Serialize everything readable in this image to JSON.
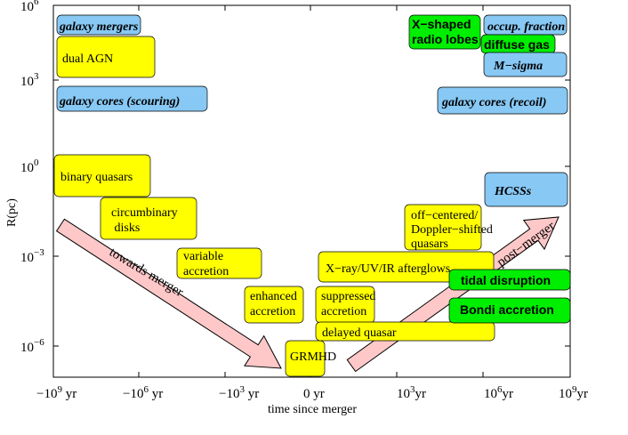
{
  "axes": {
    "xlabel": "time since merger",
    "ylabel": "R(pc)",
    "x_ticks": [
      {
        "base": "−10",
        "exp": "9",
        "unit": " yr"
      },
      {
        "base": "−10",
        "exp": "6",
        "unit": " yr"
      },
      {
        "base": "−10",
        "exp": "3",
        "unit": " yr"
      },
      {
        "base": "0",
        "exp": "",
        "unit": "  yr"
      },
      {
        "base": "10",
        "exp": "3",
        "unit": "yr"
      },
      {
        "base": "10",
        "exp": "6",
        "unit": "yr"
      },
      {
        "base": "10",
        "exp": "9",
        "unit": "yr"
      }
    ],
    "y_ticks": [
      {
        "base": "10",
        "exp": "6"
      },
      {
        "base": "10",
        "exp": "3"
      },
      {
        "base": "10",
        "exp": "0"
      },
      {
        "base": "10",
        "exp": "−3"
      },
      {
        "base": "10",
        "exp": "−6"
      }
    ]
  },
  "colors": {
    "blue": "#87c8f4",
    "yellow": "#ffff00",
    "green": "#00ee00",
    "arrow": "#ffc8c8"
  },
  "boxes": [
    {
      "id": "galaxy-mergers",
      "color": "blue",
      "style": "bi",
      "lines": [
        "galaxy mergers"
      ]
    },
    {
      "id": "dual-agn",
      "color": "yellow",
      "style": "serif",
      "lines": [
        "dual AGN"
      ]
    },
    {
      "id": "galaxy-cores-scouring",
      "color": "blue",
      "style": "bi",
      "lines": [
        "galaxy cores (scouring)"
      ]
    },
    {
      "id": "binary-quasars",
      "color": "yellow",
      "style": "serif",
      "lines": [
        "binary quasars"
      ]
    },
    {
      "id": "circumbinary-disks",
      "color": "yellow",
      "style": "serif",
      "lines": [
        "circumbinary",
        " disks"
      ]
    },
    {
      "id": "variable-accretion",
      "color": "yellow",
      "style": "serif",
      "lines": [
        "variable",
        "accretion"
      ]
    },
    {
      "id": "enhanced-accretion",
      "color": "yellow",
      "style": "serif",
      "lines": [
        "enhanced",
        "accretion"
      ]
    },
    {
      "id": "grmhd",
      "color": "yellow",
      "style": "serif",
      "lines": [
        "GRMHD"
      ]
    },
    {
      "id": "suppressed-accretion",
      "color": "yellow",
      "style": "serif",
      "lines": [
        "suppressed",
        "accretion"
      ]
    },
    {
      "id": "delayed-quasar",
      "color": "yellow",
      "style": "serif",
      "lines": [
        "delayed quasar"
      ]
    },
    {
      "id": "afterglows",
      "color": "yellow",
      "style": "serif",
      "lines": [
        "X−ray/UV/IR afterglows"
      ]
    },
    {
      "id": "off-centered",
      "color": "yellow",
      "style": "serif",
      "lines": [
        "off−centered/",
        "Doppler−shifted",
        "quasars"
      ]
    },
    {
      "id": "x-shaped-lobes",
      "color": "green",
      "style": "sans",
      "lines": [
        "X−shaped",
        "radio lobes"
      ]
    },
    {
      "id": "occup-fraction",
      "color": "blue",
      "style": "bi",
      "lines": [
        "occup. fraction"
      ]
    },
    {
      "id": "diffuse-gas",
      "color": "green",
      "style": "sans",
      "lines": [
        "diffuse gas"
      ]
    },
    {
      "id": "m-sigma",
      "color": "blue",
      "style": "bi",
      "lines": [
        "M−sigma"
      ]
    },
    {
      "id": "galaxy-cores-recoil",
      "color": "blue",
      "style": "bi",
      "lines": [
        "galaxy cores (recoil)"
      ]
    },
    {
      "id": "hcsss",
      "color": "blue",
      "style": "bi",
      "lines": [
        "HCSSs"
      ]
    },
    {
      "id": "tidal-disruption",
      "color": "green",
      "style": "sans",
      "lines": [
        "tidal disruption"
      ]
    },
    {
      "id": "bondi-accretion",
      "color": "green",
      "style": "sans",
      "lines": [
        "Bondi accretion"
      ]
    }
  ],
  "arrows": [
    {
      "id": "towards-merger",
      "label": "towards merger"
    },
    {
      "id": "post-merger",
      "label": "post−merger"
    }
  ]
}
